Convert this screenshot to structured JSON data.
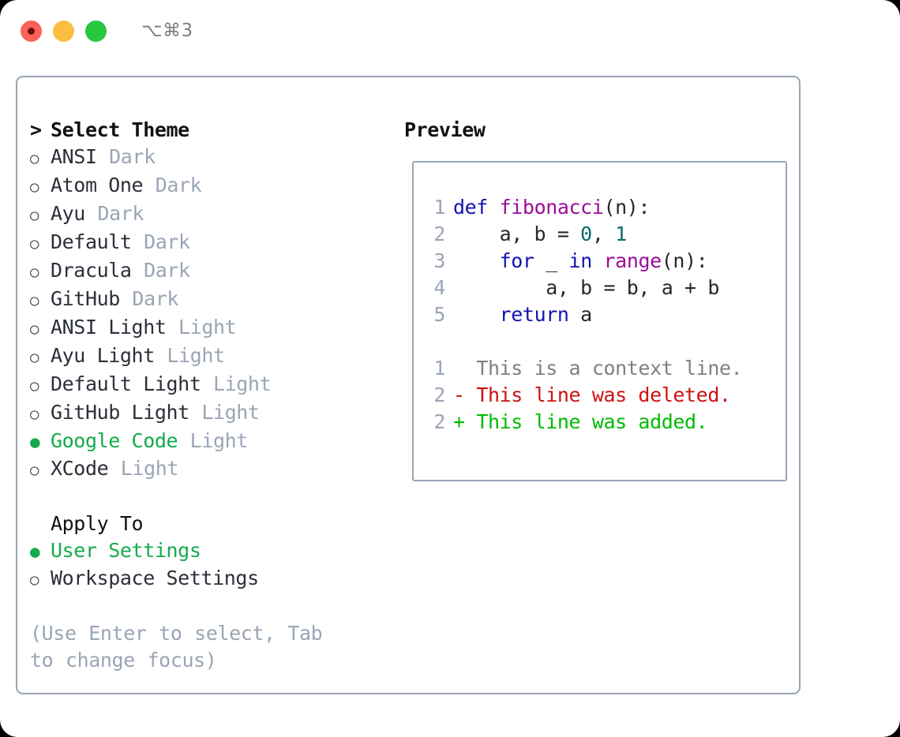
{
  "window": {
    "title": "⌥⌘3",
    "traffic_lights": [
      "close",
      "minimize",
      "maximize"
    ],
    "colors": {
      "close": "#fa6158",
      "minimize": "#fcbe40",
      "maximize": "#27c83f",
      "panel_border": "#9aa5b5",
      "accent_green": "#13ab4b",
      "muted": "#9aa5b5"
    }
  },
  "theme_picker": {
    "heading": "Select Theme",
    "caret": ">",
    "bullet_unselected": "○",
    "bullet_selected": "●",
    "items": [
      {
        "label": "ANSI",
        "tag": "Dark",
        "selected": false
      },
      {
        "label": "Atom One",
        "tag": "Dark",
        "selected": false
      },
      {
        "label": "Ayu",
        "tag": "Dark",
        "selected": false
      },
      {
        "label": "Default",
        "tag": "Dark",
        "selected": false
      },
      {
        "label": "Dracula",
        "tag": "Dark",
        "selected": false
      },
      {
        "label": "GitHub",
        "tag": "Dark",
        "selected": false
      },
      {
        "label": "ANSI Light",
        "tag": "Light",
        "selected": false
      },
      {
        "label": "Ayu Light",
        "tag": "Light",
        "selected": false
      },
      {
        "label": "Default Light",
        "tag": "Light",
        "selected": false
      },
      {
        "label": "GitHub Light",
        "tag": "Light",
        "selected": false
      },
      {
        "label": "Google Code",
        "tag": "Light",
        "selected": true
      },
      {
        "label": "XCode",
        "tag": "Light",
        "selected": false
      }
    ]
  },
  "apply_to": {
    "heading": "Apply To",
    "items": [
      {
        "label": "User Settings",
        "selected": true
      },
      {
        "label": "Workspace Settings",
        "selected": false
      }
    ]
  },
  "hint": "(Use Enter to select, Tab to change focus)",
  "preview": {
    "heading": "Preview",
    "code_lines": [
      {
        "num": "1",
        "tokens": [
          {
            "t": "def ",
            "c": "tk-kw"
          },
          {
            "t": "fibonacci",
            "c": "tk-fn"
          },
          {
            "t": "(n):",
            "c": "tk-pl"
          }
        ]
      },
      {
        "num": "2",
        "tokens": [
          {
            "t": "    a, b = ",
            "c": "tk-pl"
          },
          {
            "t": "0",
            "c": "tk-num"
          },
          {
            "t": ", ",
            "c": "tk-pl"
          },
          {
            "t": "1",
            "c": "tk-num"
          }
        ]
      },
      {
        "num": "3",
        "tokens": [
          {
            "t": "    ",
            "c": "tk-pl"
          },
          {
            "t": "for",
            "c": "tk-kw"
          },
          {
            "t": " _ ",
            "c": "tk-pl"
          },
          {
            "t": "in",
            "c": "tk-kw"
          },
          {
            "t": " ",
            "c": "tk-pl"
          },
          {
            "t": "range",
            "c": "tk-fn"
          },
          {
            "t": "(n):",
            "c": "tk-pl"
          }
        ]
      },
      {
        "num": "4",
        "tokens": [
          {
            "t": "        a, b = b, a + b",
            "c": "tk-pl"
          }
        ]
      },
      {
        "num": "5",
        "tokens": [
          {
            "t": "    ",
            "c": "tk-pl"
          },
          {
            "t": "return",
            "c": "tk-kw"
          },
          {
            "t": " a",
            "c": "tk-pl"
          }
        ]
      }
    ],
    "diff_lines": [
      {
        "num": "1",
        "marker": "  ",
        "text": "This is a context line.",
        "cls": "diff-ctx"
      },
      {
        "num": "2",
        "marker": "- ",
        "text": "This line was deleted.",
        "cls": "diff-del"
      },
      {
        "num": "2",
        "marker": "+ ",
        "text": "This line was added.",
        "cls": "diff-add"
      }
    ]
  }
}
